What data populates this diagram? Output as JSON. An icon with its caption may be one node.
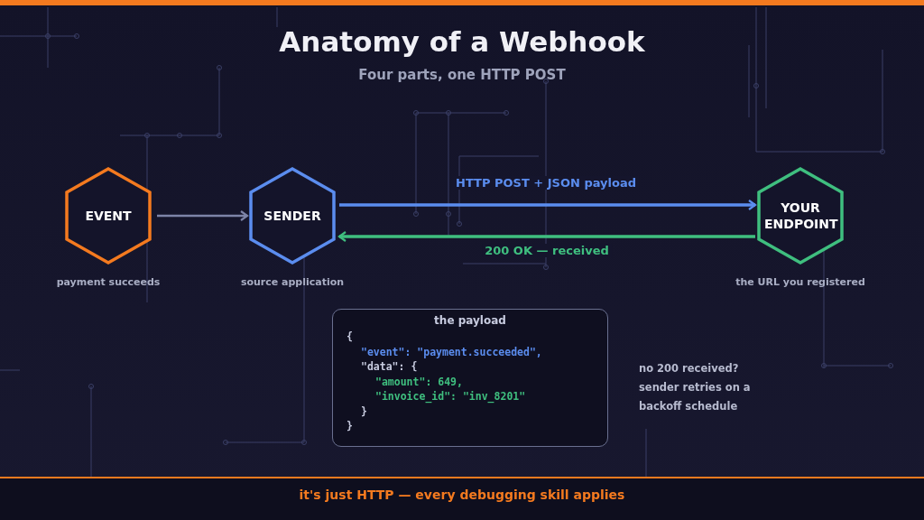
{
  "diagram": {
    "title": "Anatomy of a Webhook",
    "nodes": [
      {
        "text": [
          "EVENT"
        ],
        "beside": [
          "payment succeeds"
        ]
      },
      {
        "text": [
          "SENDER"
        ],
        "beside": [
          "source application"
        ]
      },
      {
        "text": [
          "YOUR ENDPOINT"
        ],
        "beside": [
          "the URL you registered"
        ]
      },
      {
        "text": [
          "the payload",
          "{",
          "\"event\": \"payment.succeeded\",",
          "\"data\": {",
          "\"amount\": 649,",
          "\"invoice_id\": \"inv_8201\"",
          "}",
          "}"
        ]
      }
    ],
    "edges": [
      {
        "from": 0,
        "to": 1,
        "arrow": "to",
        "color": "#7d84a8"
      },
      {
        "from": 1,
        "to": 2,
        "arrow": "to",
        "label": "HTTP POST + JSON payload",
        "color": "#5b8def"
      },
      {
        "from": 2,
        "to": 1,
        "arrow": "to",
        "label": "200 OK — received",
        "color": "#3fbf7f"
      }
    ],
    "labels": [
      "Four parts, one HTTP POST",
      "no 200 received? sender retries on a backoff schedule",
      "it's just HTTP — every debugging skill applies"
    ]
  }
}
